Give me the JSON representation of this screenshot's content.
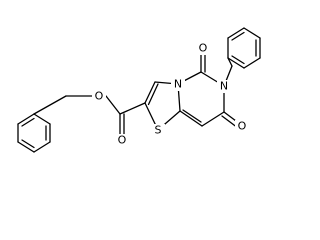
{
  "atoms": {
    "o_ester": "O",
    "o_carbonyl_ester": "O",
    "s_ring": "S",
    "n_bridgehead": "N",
    "o_top": "O",
    "n_benzyl": "N",
    "o_bottom": "O"
  },
  "style": {
    "bond_color": "#000000",
    "background": "#ffffff"
  }
}
